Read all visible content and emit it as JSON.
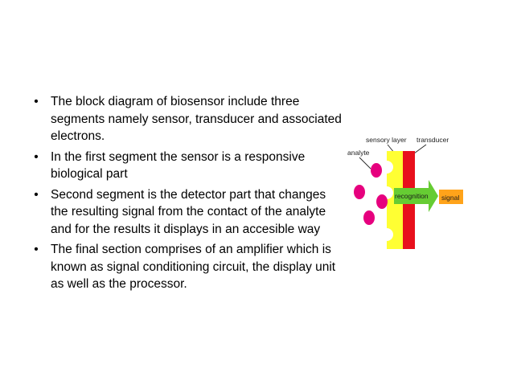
{
  "slide": {
    "bullets": [
      "The block diagram of biosensor include three segments namely sensor, transducer and associated electrons.",
      "In the first segment the sensor is a responsive biological part",
      "Second segment is the detector part that changes the resulting signal from the contact of the analyte and for the results it displays in an accesible way",
      "The final section comprises of an amplifier which is known as signal conditioning circuit, the display unit as well as the processor."
    ],
    "bullet_glyph": "•"
  },
  "diagram": {
    "labels": {
      "analyte": "analyte",
      "sensory_layer": "sensory layer",
      "transducer": "transducer",
      "recognition": "recognition",
      "signal": "signal"
    },
    "colors": {
      "analyte": "#e6007e",
      "sensory_layer": "#ffff33",
      "transducer": "#e8101c",
      "arrow": "#66cc33",
      "signal_box": "#ffa31a"
    }
  }
}
